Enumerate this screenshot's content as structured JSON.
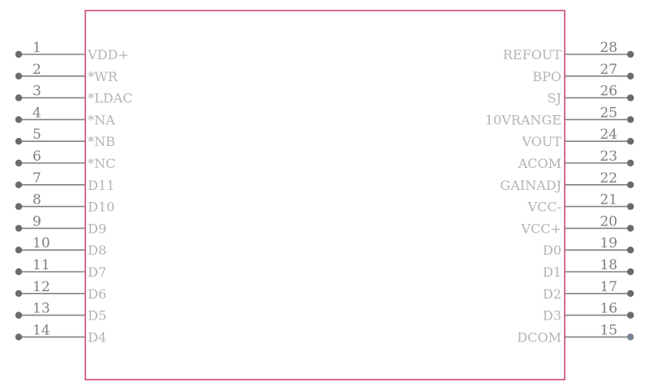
{
  "symbol": {
    "body_color": "#c0204c",
    "pin_line_color": "#808080",
    "pin_dot_color": "#6b6b6b",
    "pin_dot_alt_color": "#7a8494",
    "pin_number_color": "#7f7f7f",
    "pin_name_color": "#b4b4b4",
    "left_pins": [
      {
        "number": "1",
        "name": "VDD+"
      },
      {
        "number": "2",
        "name": "*WR"
      },
      {
        "number": "3",
        "name": "*LDAC"
      },
      {
        "number": "4",
        "name": "*NA"
      },
      {
        "number": "5",
        "name": "*NB"
      },
      {
        "number": "6",
        "name": "*NC"
      },
      {
        "number": "7",
        "name": "D11"
      },
      {
        "number": "8",
        "name": "D10"
      },
      {
        "number": "9",
        "name": "D9"
      },
      {
        "number": "10",
        "name": "D8"
      },
      {
        "number": "11",
        "name": "D7"
      },
      {
        "number": "12",
        "name": "D6"
      },
      {
        "number": "13",
        "name": "D5"
      },
      {
        "number": "14",
        "name": "D4"
      }
    ],
    "right_pins": [
      {
        "number": "28",
        "name": "REFOUT"
      },
      {
        "number": "27",
        "name": "BPO"
      },
      {
        "number": "26",
        "name": "SJ"
      },
      {
        "number": "25",
        "name": "10VRANGE"
      },
      {
        "number": "24",
        "name": "VOUT"
      },
      {
        "number": "23",
        "name": "ACOM"
      },
      {
        "number": "22",
        "name": "GAINADJ"
      },
      {
        "number": "21",
        "name": "VCC-"
      },
      {
        "number": "20",
        "name": "VCC+"
      },
      {
        "number": "19",
        "name": "D0"
      },
      {
        "number": "18",
        "name": "D1"
      },
      {
        "number": "17",
        "name": "D2"
      },
      {
        "number": "16",
        "name": "D3"
      },
      {
        "number": "15",
        "name": "DCOM"
      }
    ]
  }
}
